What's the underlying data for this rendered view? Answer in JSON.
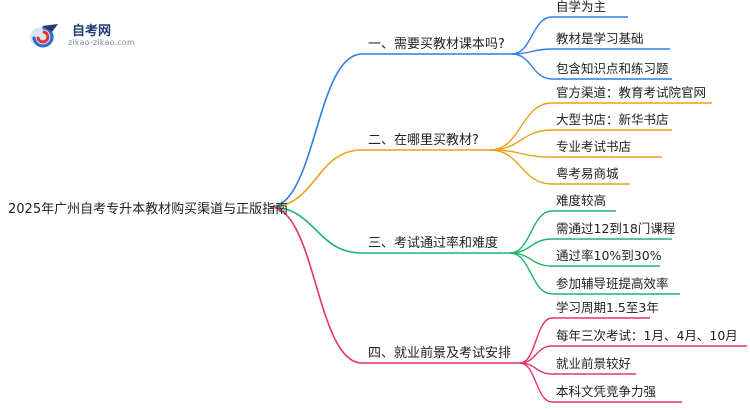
{
  "logo": {
    "title": "自考网",
    "url": "zikao-zikao.com"
  },
  "root": {
    "label": "2025年广州自考专升本教材购买渠道与正版指南"
  },
  "branches": [
    {
      "label": "一、需要买教材课本吗?",
      "color": "#2f7de1",
      "children": [
        "自学为主",
        "教材是学习基础",
        "包含知识点和练习题"
      ]
    },
    {
      "label": "二、在哪里买教材?",
      "color": "#e8a317",
      "children": [
        "官方渠道：教育考试院官网",
        "大型书店：新华书店",
        "专业考试书店",
        "粤考易商城"
      ]
    },
    {
      "label": "三、考试通过率和难度",
      "color": "#20b36b",
      "children": [
        "难度较高",
        "需通过12到18门课程",
        "通过率10%到30%",
        "参加辅导班提高效率"
      ]
    },
    {
      "label": "四、就业前景及考试安排",
      "color": "#e5336f",
      "children": [
        "学习周期1.5至3年",
        "每年三次考试：1月、4月、10月",
        "就业前景较好",
        "本科文凭竞争力强"
      ]
    }
  ]
}
